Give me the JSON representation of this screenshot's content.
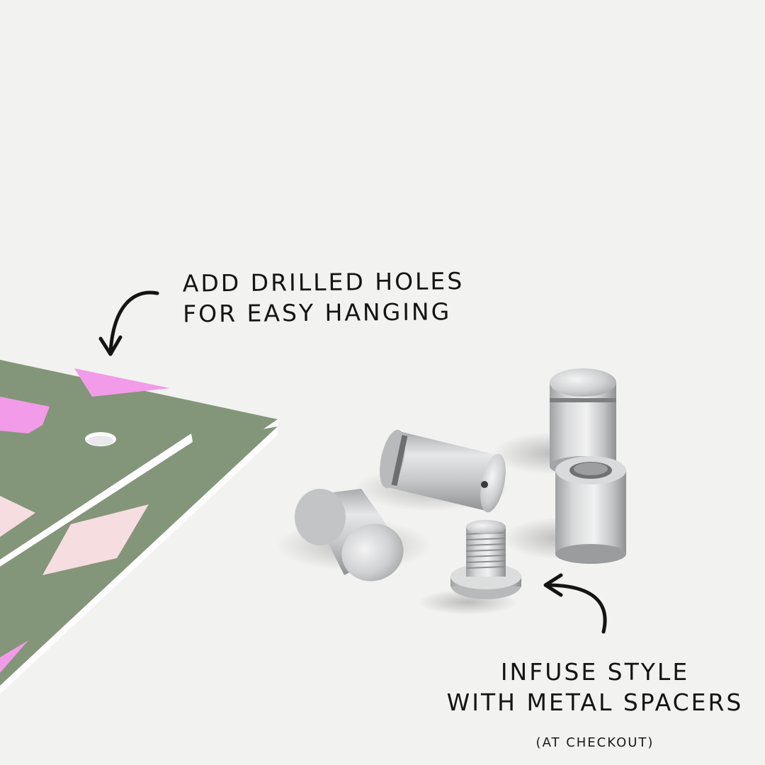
{
  "callouts": {
    "holes": {
      "line1": "ADD DRILLED HOLES",
      "line2": "FOR EASY HANGING"
    },
    "spacers": {
      "line1": "INFUSE STYLE",
      "line2": "WITH METAL SPACERS",
      "note": "(AT CHECKOUT)"
    }
  },
  "colors": {
    "background": "#f2f2f1",
    "panel_green": "#849679",
    "panel_pink": "#f29be8",
    "panel_blush": "#f6dde0",
    "metal": "#c9cacb",
    "ink": "#141414"
  }
}
